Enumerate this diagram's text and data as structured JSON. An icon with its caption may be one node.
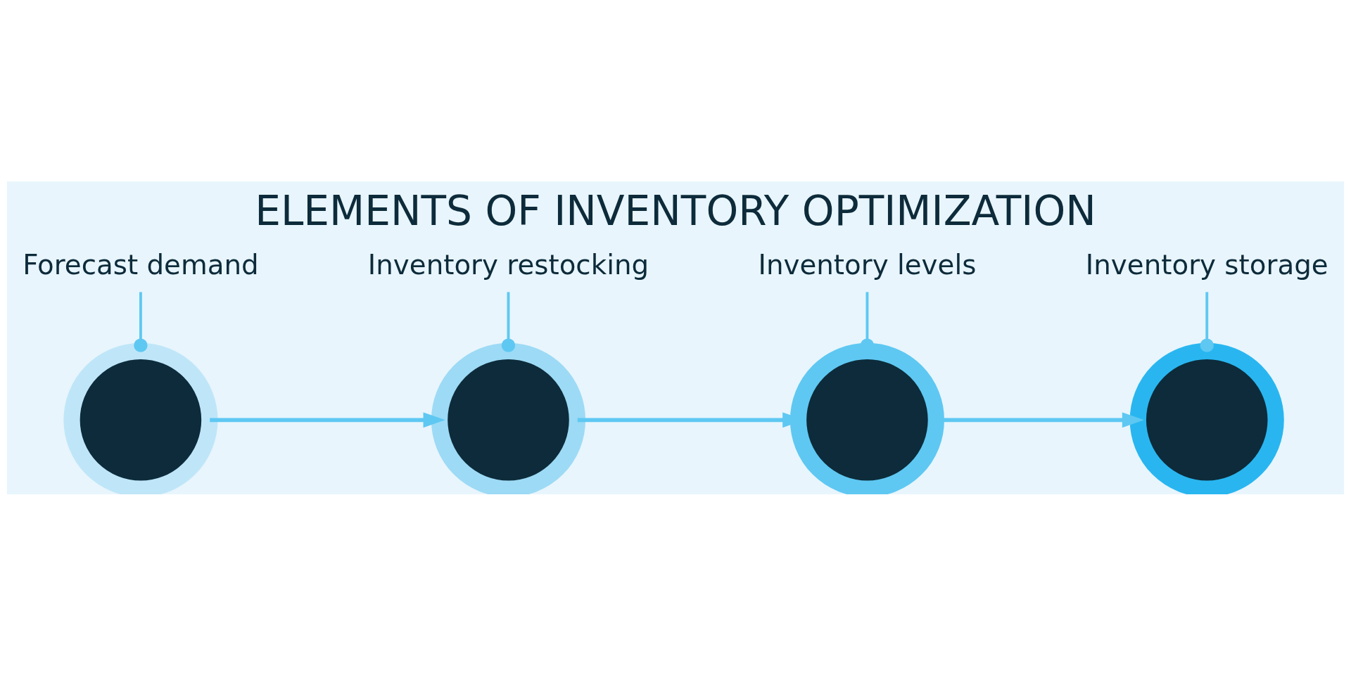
{
  "diagram": {
    "title": "ELEMENTS OF INVENTORY OPTIMIZATION",
    "nodes": [
      {
        "text": [
          "Forecast demand"
        ]
      },
      {
        "text": [
          "Inventory restocking"
        ]
      },
      {
        "text": [
          "Inventory levels"
        ]
      },
      {
        "text": [
          "Inventory storage"
        ]
      },
      {
        "text": [],
        "shape": "circle"
      },
      {
        "text": [],
        "shape": "circle"
      },
      {
        "text": [],
        "shape": "circle"
      },
      {
        "text": [],
        "shape": "circle"
      }
    ],
    "edges": [
      {
        "from": 0,
        "to": 4,
        "arrow": "other"
      },
      {
        "from": 1,
        "to": 5,
        "arrow": "other"
      },
      {
        "from": 2,
        "to": 6,
        "arrow": "other"
      },
      {
        "from": 3,
        "to": 7,
        "arrow": "other"
      },
      {
        "from": 4,
        "to": 5,
        "arrow": "to"
      },
      {
        "from": 5,
        "to": 6,
        "arrow": "to"
      },
      {
        "from": 6,
        "to": 7,
        "arrow": "to"
      }
    ]
  }
}
